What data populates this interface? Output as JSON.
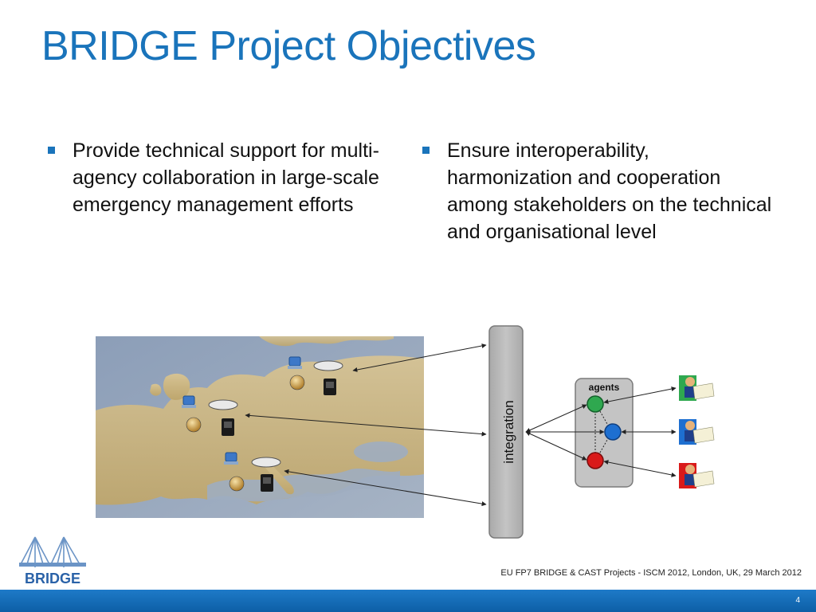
{
  "slide": {
    "title": "BRIDGE Project Objectives",
    "bullets": [
      {
        "text": "Provide technical support for multi-agency collaboration in large-scale emergency management efforts"
      },
      {
        "text": "Ensure interoperability, harmonization and cooperation among stakeholders on the technical and organisational level"
      }
    ]
  },
  "diagram": {
    "integration_label": "integration",
    "agents_label": "agents",
    "agent_colors": [
      "#2fa84f",
      "#1e6fd0",
      "#d91a1a"
    ],
    "map_land_color": "#c9b585",
    "map_sea_color": "#8fa0b8"
  },
  "logo": {
    "text": "BRIDGE"
  },
  "footer": {
    "text": "EU FP7 BRIDGE & CAST Projects - ISCM 2012, London, UK, 29 March 2012",
    "page_number": "4"
  },
  "colors": {
    "accent": "#1a74bb",
    "footer_bar": "#1470b8"
  }
}
